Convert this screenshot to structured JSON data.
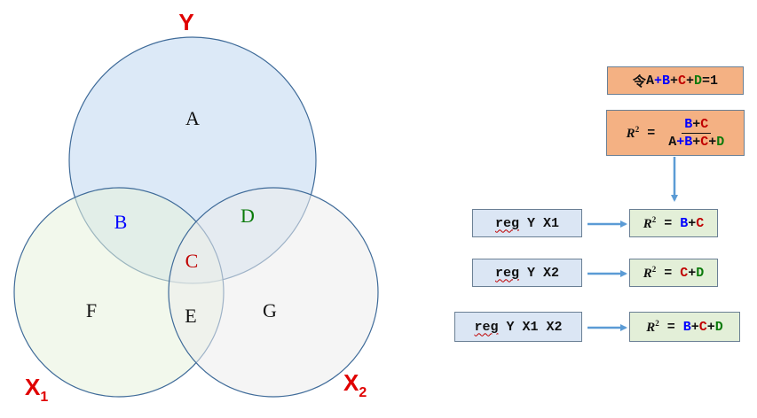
{
  "venn": {
    "set_y": "Y",
    "set_x1_main": "X",
    "set_x1_sub": "1",
    "set_x2_main": "X",
    "set_x2_sub": "2",
    "regions": {
      "A": "A",
      "B": "B",
      "C": "C",
      "D": "D",
      "E": "E",
      "F": "F",
      "G": "G"
    },
    "colors": {
      "y_fill": "#dce9f7",
      "x1_fill": "#e8f2dc",
      "x2_fill": "#ededed",
      "stroke": "#3f6b99",
      "set_label": "#e00000"
    }
  },
  "assumption": {
    "prefix": "令",
    "A": "A",
    "plus1": "+",
    "B": "B",
    "plus2": "+",
    "C": "C",
    "plus3": "+",
    "D": "D",
    "equals_one": "=1"
  },
  "definition": {
    "r2": "R",
    "sup": "2",
    "equals": " = ",
    "num_B": "B",
    "num_plus": "+",
    "num_C": "C",
    "den_A": "A",
    "den_p1": "+",
    "den_B": "B",
    "den_p2": "+",
    "den_C": "C",
    "den_p3": "+",
    "den_D": "D"
  },
  "regressions": [
    {
      "cmd_reg": "reg",
      "cmd_rest": " Y X1",
      "r2": "R",
      "sup": "2",
      "eq": " = ",
      "t1": "B",
      "p1": "+",
      "t2": "C"
    },
    {
      "cmd_reg": "reg",
      "cmd_rest": " Y X2",
      "r2": "R",
      "sup": "2",
      "eq": " = ",
      "t1": "C",
      "p1": "+",
      "t2": "D"
    },
    {
      "cmd_reg": "reg",
      "cmd_rest": " Y X1 X2",
      "r2": "R",
      "sup": "2",
      "eq": " = ",
      "t1": "B",
      "p1": "+",
      "t2": "C",
      "p2": "+",
      "t3": "D"
    }
  ]
}
